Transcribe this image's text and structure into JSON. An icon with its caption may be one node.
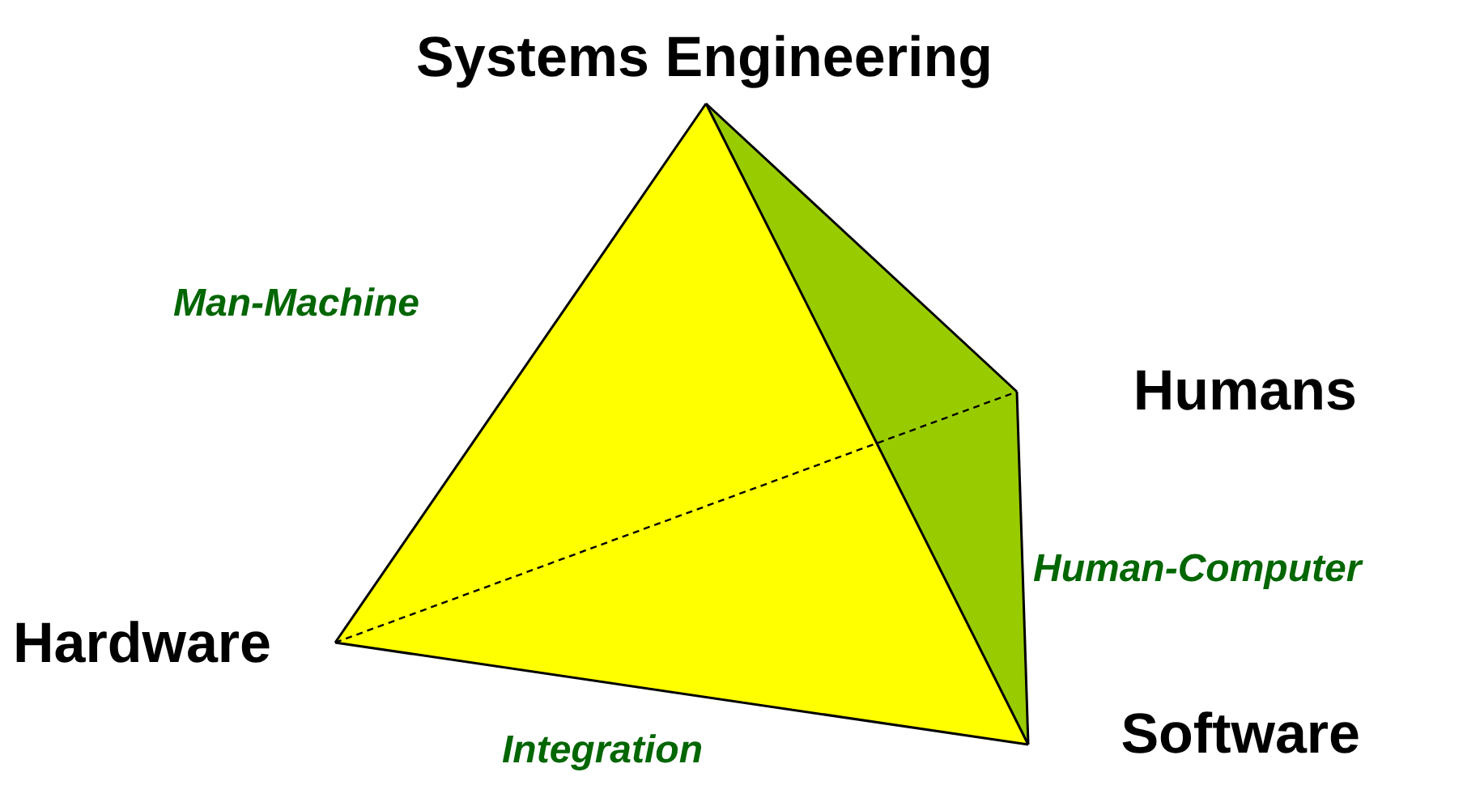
{
  "diagram": {
    "nodes": [
      {
        "text": [
          "Systems Engineering"
        ]
      },
      {
        "text": [
          "Humans"
        ]
      },
      {
        "text": [
          "Hardware"
        ]
      },
      {
        "text": [
          "Software"
        ]
      }
    ],
    "edges": [
      {
        "from": 0,
        "to": 2,
        "arrow": "none",
        "label": "Man-Machine"
      },
      {
        "from": 0,
        "to": 3,
        "arrow": "none"
      },
      {
        "from": 0,
        "to": 1,
        "arrow": "none"
      },
      {
        "from": 2,
        "to": 3,
        "arrow": "none",
        "label": "Integration"
      },
      {
        "from": 1,
        "to": 3,
        "arrow": "none",
        "label": "Human-Computer"
      },
      {
        "from": 2,
        "to": 1,
        "arrow": "none",
        "style": "dashed"
      }
    ]
  }
}
